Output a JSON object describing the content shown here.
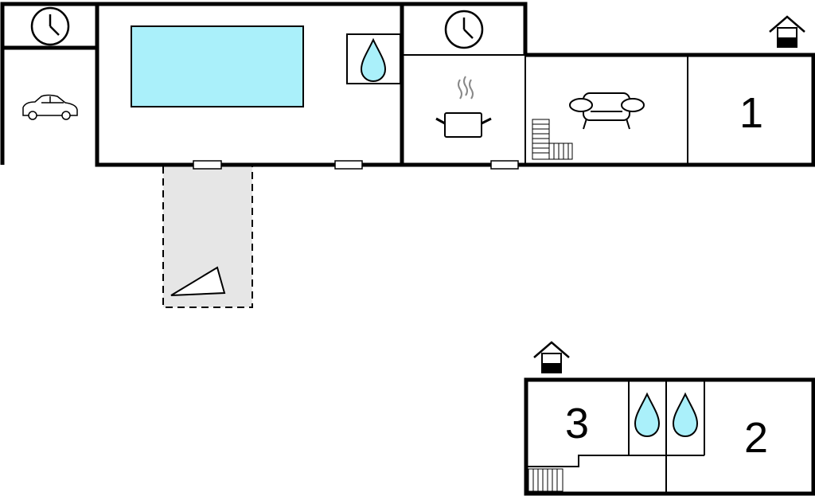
{
  "floorplan": {
    "rooms": [
      {
        "id": "bedroom-1",
        "label": "1"
      },
      {
        "id": "bedroom-2",
        "label": "2"
      },
      {
        "id": "bedroom-3",
        "label": "3"
      }
    ],
    "icons": [
      "clock-icon",
      "clock-icon",
      "car-icon",
      "pool",
      "water-drop-icon",
      "cooking-pot-icon",
      "sofa-icon",
      "stairs-icon",
      "terrace-icon",
      "house-entrance-icon",
      "water-drop-icon",
      "water-drop-icon"
    ],
    "colors": {
      "wall": "#000000",
      "pool": "#aaf0fa",
      "water": "#aaf0fa",
      "terrace": "#e6e6e6"
    }
  }
}
